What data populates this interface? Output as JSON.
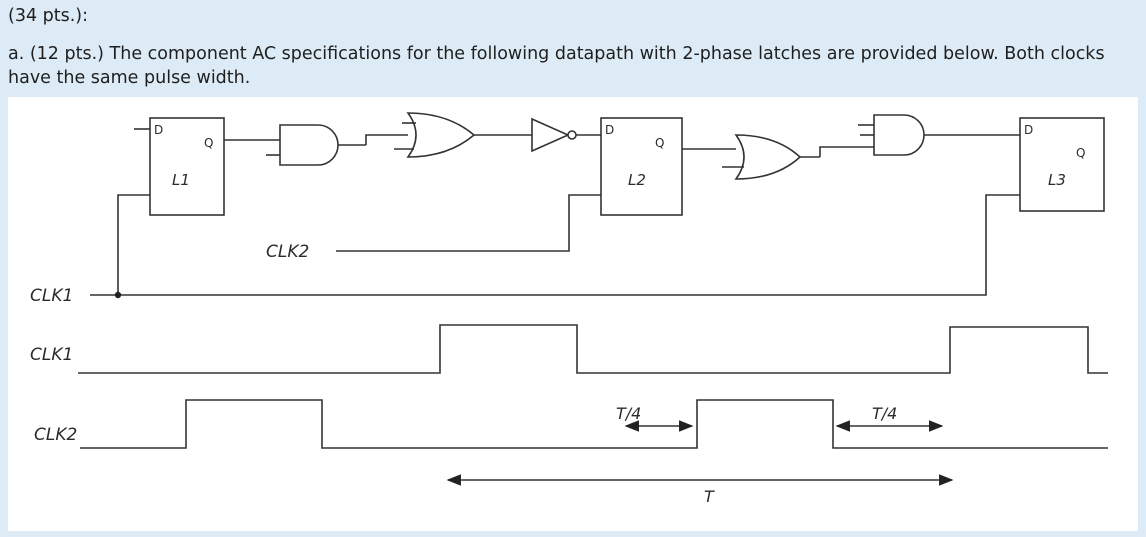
{
  "heading": "(34 pts.):",
  "question": "a. (12 pts.) The component AC specifications for the following datapath with 2-phase latches are provided below. Both clocks have the same pulse width.",
  "diagram": {
    "latches": [
      {
        "name": "L1",
        "d": "D",
        "q": "Q"
      },
      {
        "name": "L2",
        "d": "D",
        "q": "Q"
      },
      {
        "name": "L3",
        "d": "D",
        "q": "Q"
      }
    ],
    "clock_labels": {
      "clk2_wire": "CLK2",
      "clk1_wire": "CLK1",
      "clk1_wave": "CLK1",
      "clk2_wave": "CLK2"
    },
    "timing": {
      "quarter_left": "T/4",
      "quarter_right": "T/4",
      "period": "T"
    }
  }
}
